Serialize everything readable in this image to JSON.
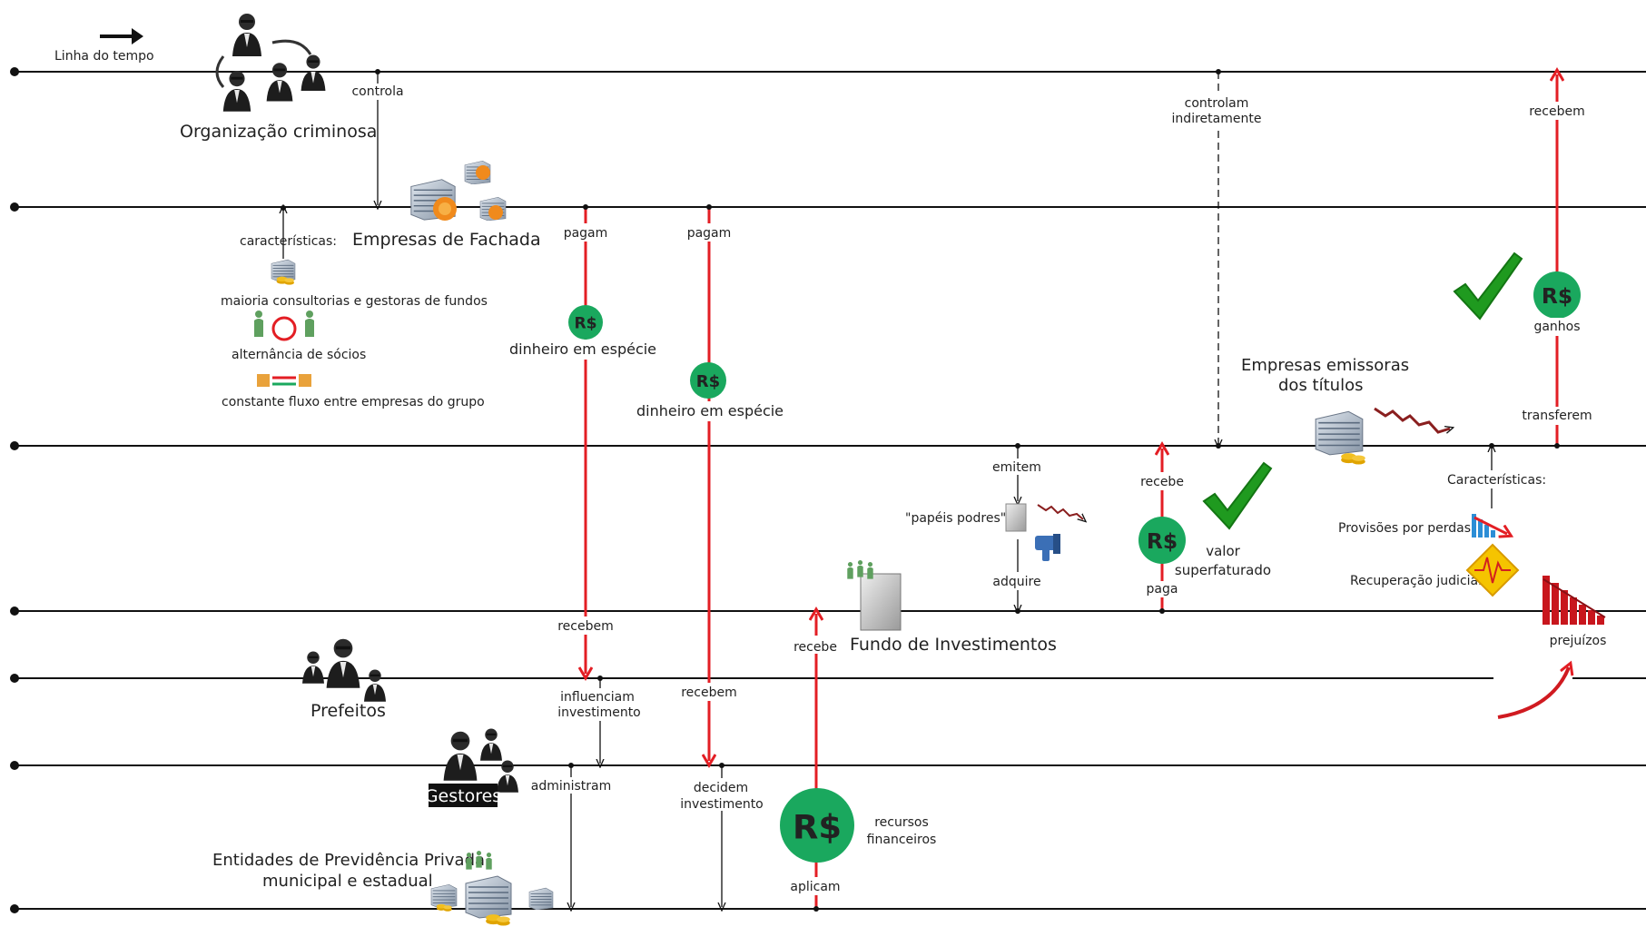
{
  "timeline": {
    "label": "Linha do tempo"
  },
  "entities": {
    "org": "Organização criminosa",
    "fachada": "Empresas de Fachada",
    "emissoras_l1": "Empresas emissoras",
    "emissoras_l2": "dos títulos",
    "fundo": "Fundo de Investimentos",
    "prefeitos": "Prefeitos",
    "gestores": "Gestores",
    "entidades_l1": "Entidades de Previdência Privada",
    "entidades_l2": "municipal e estadual"
  },
  "actions": {
    "controla": "controla",
    "controlam_l1": "controlam",
    "controlam_l2": "indiretamente",
    "recebem_top": "recebem",
    "pagam1": "pagam",
    "pagam2": "pagam",
    "dinheiro1": "dinheiro em espécie",
    "dinheiro2": "dinheiro em espécie",
    "ganhos": "ganhos",
    "transferem": "transferem",
    "emitem": "emitem",
    "papeis": "\"papéis podres\"",
    "adquire": "adquire",
    "recebe_fundo": "recebe",
    "paga": "paga",
    "valor_l1": "valor",
    "valor_l2": "superfaturado",
    "recebem_pref": "recebem",
    "influenciam_l1": "influenciam",
    "influenciam_l2": "investimento",
    "recebem_gest": "recebem",
    "recebe_fundo2": "recebe",
    "administram": "administram",
    "decidem_l1": "decidem",
    "decidem_l2": "investimento",
    "recursos_l1": "recursos",
    "recursos_l2": "financeiros",
    "aplicam": "aplicam",
    "prejuizos": "prejuízos"
  },
  "characteristics_fachada": {
    "title": "características:",
    "item1": "maioria consultorias e gestoras de fundos",
    "item2": "alternância de sócios",
    "item3": "constante fluxo entre empresas do grupo"
  },
  "characteristics_emissoras": {
    "title": "Características:",
    "item1": "Provisões por perdas",
    "item2": "Recuperação judicial"
  },
  "currency_symbol": "R$",
  "icons": [
    "arrow-right-icon",
    "people-icon",
    "building-icon",
    "money-coin-icon",
    "checkmark-icon",
    "thumbs-down-icon",
    "document-icon",
    "falling-chart-icon",
    "warning-diamond-icon",
    "trend-arrow-icon"
  ],
  "colors": {
    "flow_red": "#e31e24",
    "coin_green": "#1aa85e",
    "check_green": "#1f9a1f",
    "line": "#111111"
  }
}
